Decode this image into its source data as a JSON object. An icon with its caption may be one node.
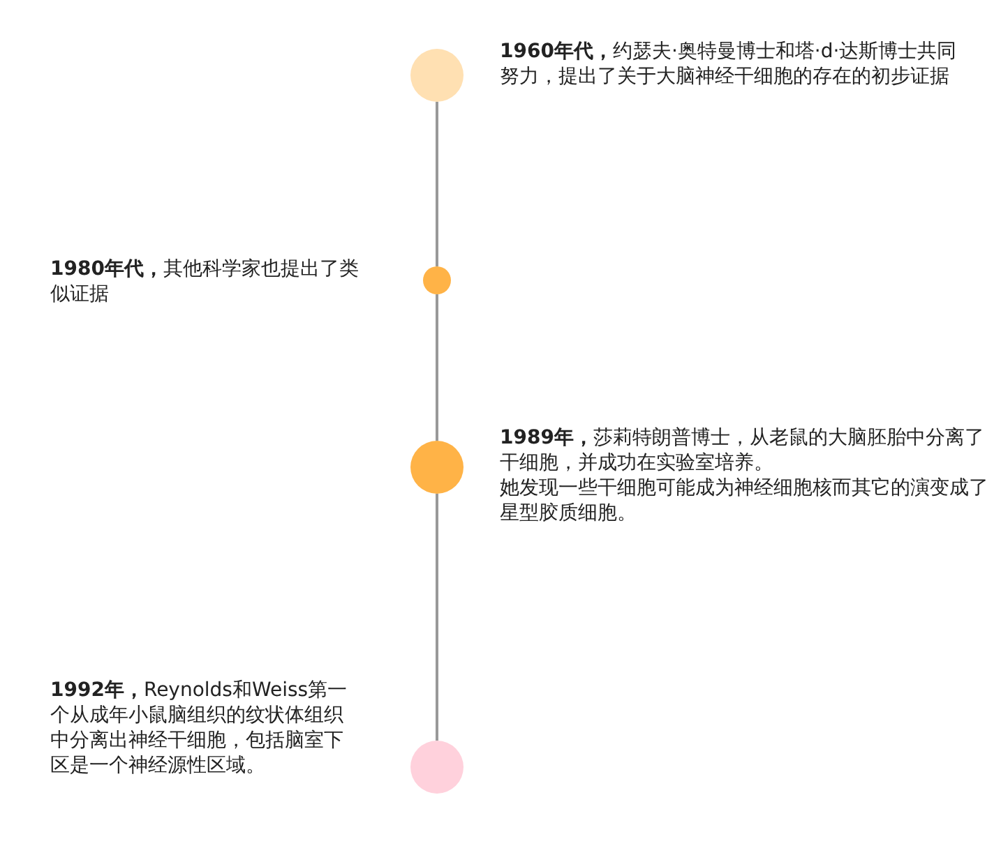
{
  "diagram": {
    "nodes": [
      {
        "text": [],
        "shape": "circle",
        "beside": [
          "**1960年代，**约瑟夫·奥特曼博士和塔·d·达斯博士共同努力，提出了关于大脑神经干细胞的存在的初步证据"
        ]
      },
      {
        "text": [],
        "shape": "circle",
        "beside": [
          "**1980年代，**其他科学家也提出了类似证据"
        ]
      },
      {
        "text": [],
        "shape": "circle",
        "beside": [
          "**1989年，**莎莉特朗普博士，从老鼠的大脑胚胎中分离了干细胞，并成功在实验室培养。",
          "她发现一些干细胞可能成为神经细胞核而其它的演变成了星型胶质细胞。"
        ]
      },
      {
        "text": [],
        "shape": "circle",
        "beside": [
          "**1992年，**Reynolds和Weiss第一个从成年小鼠脑组织的纹状体组织中分离出神经干细胞，包括脑室下区是一个神经源性区域。"
        ]
      }
    ],
    "edges": [
      {
        "from": 0,
        "to": 1,
        "arrow": "none"
      },
      {
        "from": 1,
        "to": 2,
        "arrow": "none"
      },
      {
        "from": 2,
        "to": 3,
        "arrow": "none"
      }
    ]
  }
}
